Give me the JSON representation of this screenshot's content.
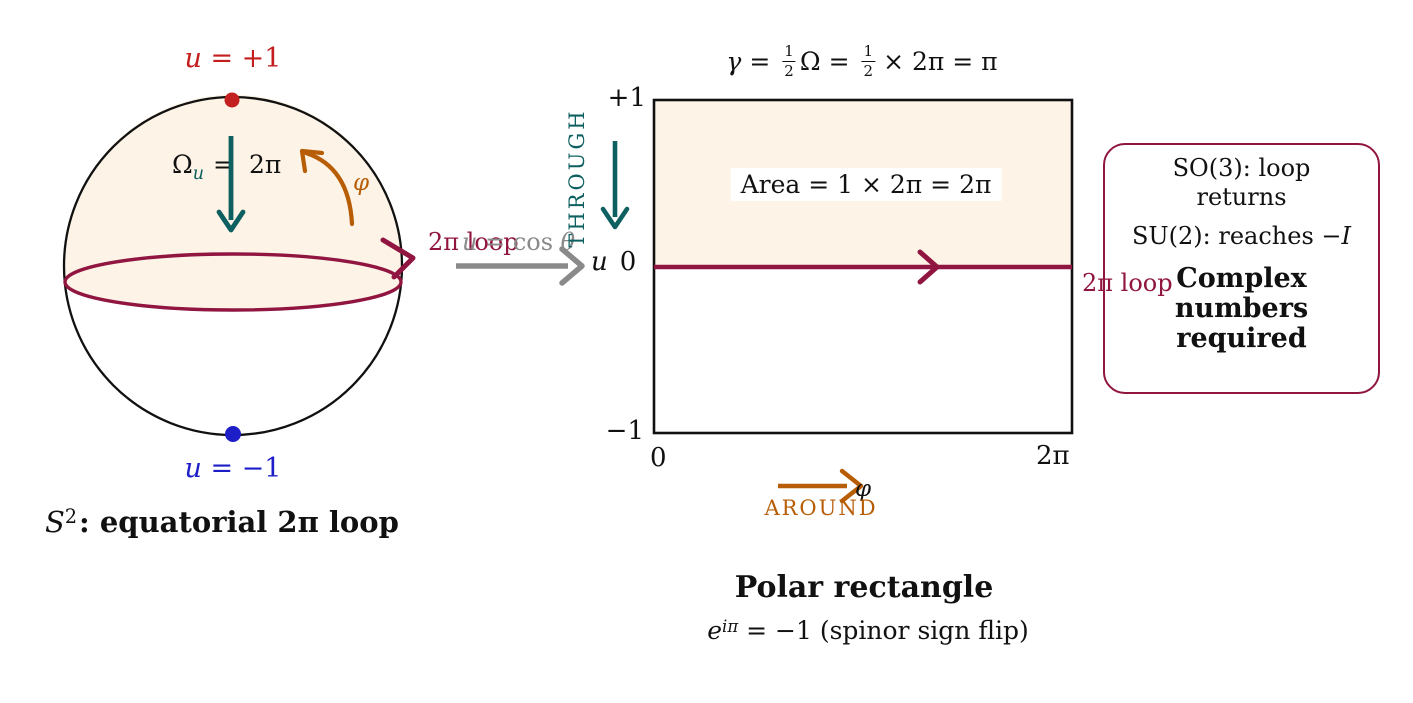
{
  "colors": {
    "crimson": "#901540",
    "teal": "#0d5f60",
    "orange": "#b75d05",
    "red": "#c41d1d",
    "blue": "#1e1ec8",
    "gray": "#8a8a8a",
    "peach": "#fdf3e6",
    "black": "#111111"
  },
  "sphere": {
    "north_label": {
      "u": "u",
      "rest": " = +1"
    },
    "south_label": {
      "u": "u",
      "rest": " = −1"
    },
    "omega_label": {
      "omega": "Ω",
      "axis_sub": "u",
      "eq": "=",
      "value": "2π"
    },
    "phi_label": "φ",
    "caption": {
      "base": "S",
      "sup": "2",
      "rest": ": equatorial 2π loop"
    }
  },
  "transfer": {
    "loop_label": "2π loop",
    "map_label": {
      "u": "u",
      "mid": " = cos ",
      "theta": "θ"
    }
  },
  "plot": {
    "formula": {
      "gamma": "γ",
      "eq1": "=",
      "f1n": "1",
      "f1d": "2",
      "omega": "Ω",
      "eq2": "=",
      "f2n": "1",
      "f2d": "2",
      "tail": "× 2π = π"
    },
    "area_label": "Area = 1 × 2π = 2π",
    "y_top": "+1",
    "y_axis": "u",
    "y_mid": "0",
    "y_bottom": "−1",
    "x_left": "0",
    "x_right": "2π",
    "x_axis": "φ",
    "through_label": "THROUGH",
    "around_label": "AROUND",
    "loop_label": "2π loop",
    "title": "Polar rectangle",
    "subtitle": {
      "base": "e",
      "sup": "iπ",
      "rest": " = −1 (spinor sign flip)"
    }
  },
  "note_box": {
    "line1a": "SO(3): loop",
    "line1b": "returns",
    "line2_pre": "SU(2): reaches −",
    "line2_var": "I",
    "line3a": "Complex",
    "line3b": "numbers",
    "line3c": "required"
  }
}
